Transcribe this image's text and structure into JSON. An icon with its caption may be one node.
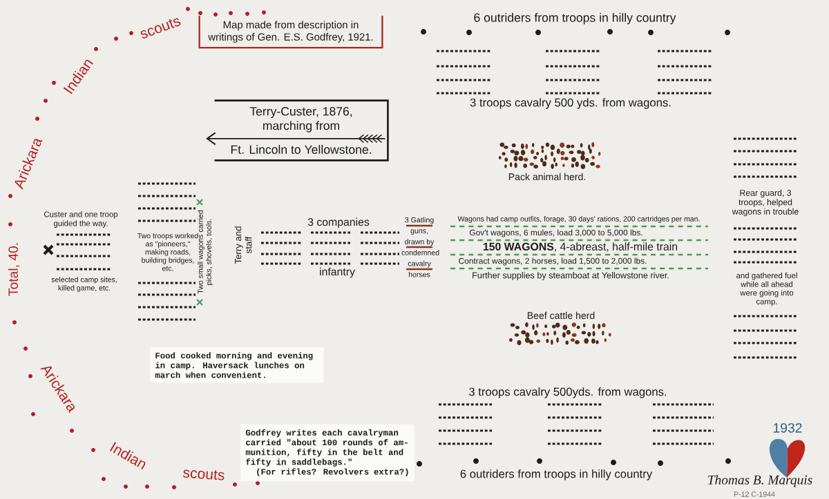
{
  "diagram": {
    "nodes": [
      {
        "text": [
          "Map made from description in writings of Gen. E.S. Godfrey, 1921."
        ]
      },
      {
        "text": [
          "Terry-Custer, 1876, marching from",
          "Ft. Lincoln to Yellowstone."
        ]
      },
      {
        "text": [
          "Food cooked morning and evening in camp. Haversack lunches on march when convenient."
        ]
      },
      {
        "text": [
          "Godfrey writes each cavalryman carried \"about 100 rounds of am- munition, fifty in the belt and fifty in saddlebags.\"",
          "(For rifles? Revolvers extra?)"
        ]
      }
    ],
    "labels": [
      "scouts",
      "6 outriders from troops in hilly country",
      "Indian",
      "3 troops cavalry 500 yds. from wagons.",
      "Arickara",
      "Pack animal herd.",
      "Rear guard, 3 troops, helped wagons in trouble",
      "Total, 40.",
      "Custer and one troop guided the way.",
      "Two troops worked as \"pioneers,\" making roads, building bridges, etc.",
      "Two small wagons carried picks, shovels, tools.",
      "Terry and staff",
      "3 companies",
      "3 Gatling guns, drawn by condemned cavalry horses",
      "Wagons had camp outfits, forage, 30 days' rations, 200 cartridges per man.",
      "Gov't wagons, 6 mules, load 3,000 to 5,000 lbs.",
      "**150 WAGONS**, 4-abreast, half-mile train",
      "Contract wagons, 2 horses, load 1,500 to 2,000 lbs.",
      "Further supplies by steamboat at Yellowstone river.",
      "infantry",
      "and gathered fuel while all ahead were going into camp.",
      "selected camp sites, killed game, etc.",
      "Beef cattle herd",
      "Arickara",
      "3 troops cavalry 500yds. from wagons.",
      "Indian",
      "scouts",
      "1932",
      "6 outriders from troops in hilly country",
      "Thomas B. Marquis",
      "P-12 C-1944"
    ]
  }
}
